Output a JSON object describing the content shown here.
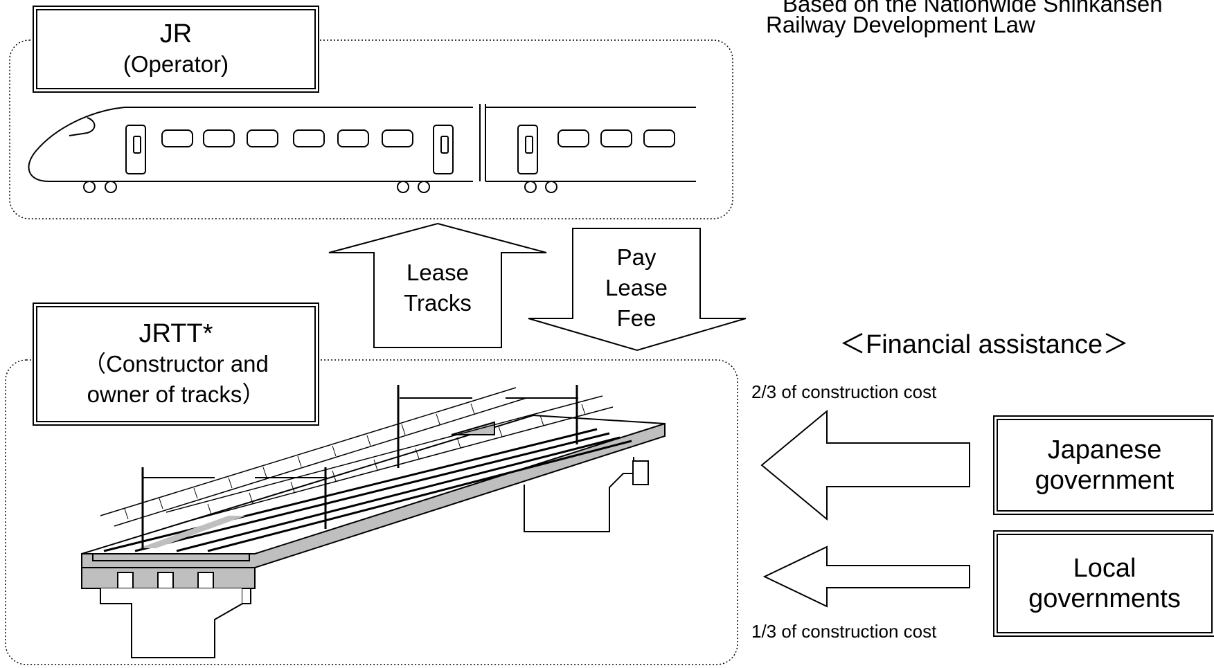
{
  "header": {
    "line1": "Based on the Nationwide Shinkansen",
    "line2": "Railway Development Law"
  },
  "jr_box": {
    "title": "JR",
    "subtitle": "(Operator)"
  },
  "jrtt_box": {
    "title": "JRTT*",
    "line2": "（Constructor and",
    "line3": "owner of tracks）"
  },
  "lease_arrow": {
    "line1": "Lease",
    "line2": "Tracks"
  },
  "pay_arrow": {
    "line1": "Pay",
    "line2": "Lease",
    "line3": "Fee"
  },
  "financial": {
    "heading": "＜Financial assistance＞",
    "national_share": "2/3 of construction cost",
    "local_share": "1/3 of construction cost"
  },
  "japan_gov_box": {
    "line1": "Japanese",
    "line2": "government"
  },
  "local_gov_box": {
    "line1": "Local",
    "line2": "governments"
  },
  "colors": {
    "line": "#000000",
    "fill_gray": "#bfbfbf",
    "background": "#ffffff"
  }
}
